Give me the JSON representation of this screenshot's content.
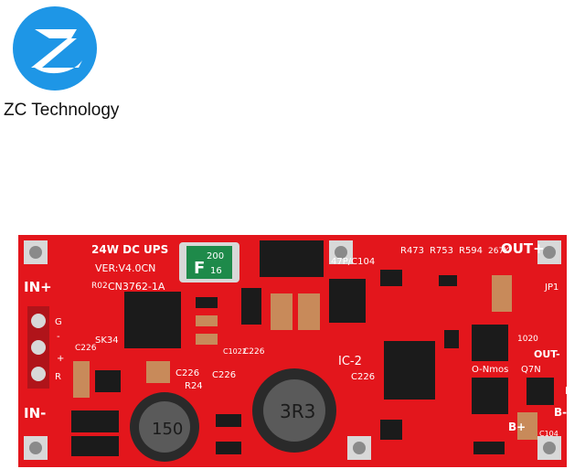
{
  "brand": {
    "name": "ZC Technology",
    "colors": {
      "logo_blue": "#1e96e6",
      "text": "#111111"
    }
  },
  "board": {
    "colors": {
      "pcb": "#e3161c",
      "pad": "#d8d8d8",
      "chip": "#1b1b1b",
      "cap": "#c88a5a"
    },
    "labels": {
      "in_plus": "IN+",
      "in_minus": "IN-",
      "title": "24W DC UPS",
      "version": "VER:V4.0CN",
      "ic1": "CN3762-1A",
      "r02": "R02",
      "sk34": "SK34",
      "c226_a": "C226",
      "c226_b": "C226",
      "c226_c": "C226",
      "c226_d": "C226",
      "c226_e": "C226",
      "r24": "R24",
      "fuse_letter": "F",
      "fuse_value_top": "200",
      "fuse_value_bottom": "16",
      "cap_47p": "47P/C104",
      "ic2": "IC-2",
      "r473": "R473",
      "r753": "R753",
      "r594": "R594",
      "r267k": "267K",
      "out_plus": "OUT+",
      "out_minus": "OUT-",
      "jp1": "JP1",
      "nmos": "O-Nmos",
      "q7n": "Q7N",
      "n": "N",
      "b_minus": "B-",
      "b_plus": "B+",
      "inductor_left": "150",
      "inductor_right": "3R3",
      "c104": "C104",
      "r1020": "1020",
      "g": "G",
      "r_label": "R",
      "pin_minus": "-",
      "pin_plus": "+",
      "cap_code": "C1022"
    }
  }
}
